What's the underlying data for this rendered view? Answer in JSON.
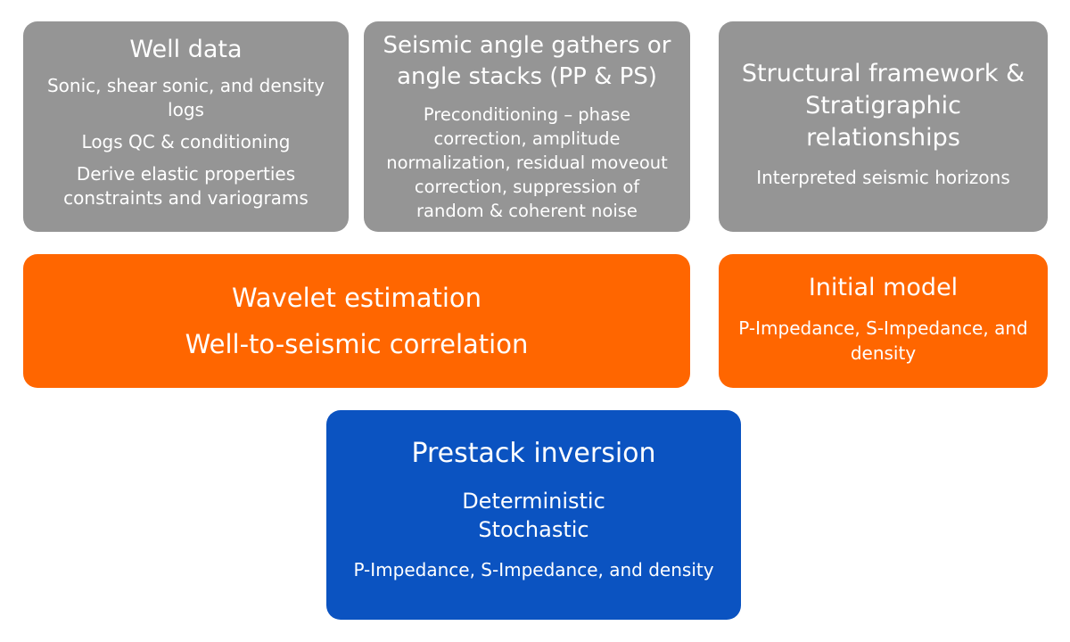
{
  "colors": {
    "gray_box": "#959595",
    "orange_box": "#ff6600",
    "blue_box": "#0b53c1",
    "text": "#ffffff"
  },
  "well_data": {
    "title": "Well data",
    "lines": [
      "Sonic, shear sonic, and density",
      "logs",
      "Logs QC & conditioning",
      "Derive elastic properties",
      "constraints and variograms"
    ]
  },
  "seismic": {
    "title_lines": [
      "Seismic angle gathers or",
      "angle stacks (PP & PS)"
    ],
    "lines": [
      "Preconditioning – phase",
      "correction, amplitude",
      "normalization, residual moveout",
      "correction, suppression of",
      "random & coherent noise"
    ]
  },
  "structural": {
    "title_lines": [
      "Structural framework &",
      "Stratigraphic",
      "relationships"
    ],
    "subtitle": "Interpreted seismic horizons"
  },
  "wavelet": {
    "lines": [
      "Wavelet estimation",
      "Well-to-seismic correlation"
    ]
  },
  "initial_model": {
    "title": "Initial model",
    "lines": [
      "P-Impedance, S-Impedance, and",
      "density"
    ]
  },
  "prestack": {
    "title": "Prestack inversion",
    "methods": [
      "Deterministic",
      "Stochastic"
    ],
    "outputs": "P-Impedance, S-Impedance, and density"
  }
}
